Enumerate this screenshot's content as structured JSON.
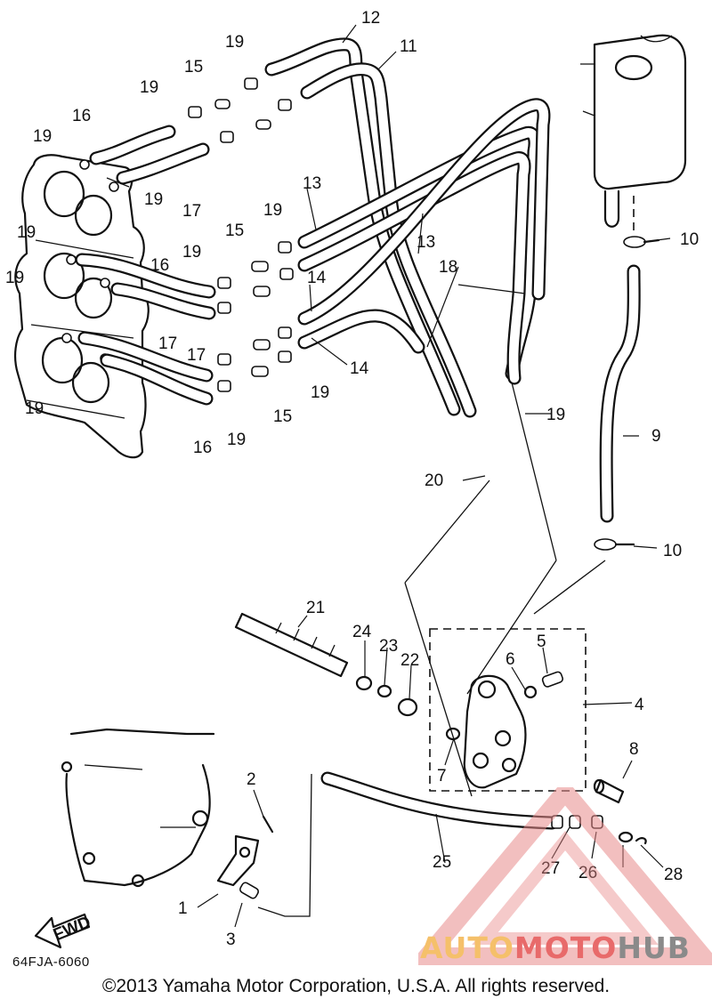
{
  "diagram": {
    "callouts": [
      "1",
      "2",
      "3",
      "4",
      "5",
      "6",
      "7",
      "8",
      "9",
      "10",
      "10",
      "11",
      "12",
      "13",
      "13",
      "14",
      "14",
      "15",
      "15",
      "15",
      "16",
      "16",
      "16",
      "17",
      "17",
      "17",
      "18",
      "19",
      "19",
      "19",
      "19",
      "19",
      "19",
      "19",
      "19",
      "19",
      "19",
      "19",
      "19",
      "20",
      "21",
      "22",
      "23",
      "24",
      "25",
      "26",
      "27",
      "28"
    ],
    "doc_code": "64FJA-6060",
    "fwd_label": "FWD",
    "copyright": "©2013 Yamaha Motor Corporation, U.S.A. All rights reserved."
  },
  "watermark": {
    "part1": "AUTO",
    "part2": "MOTO",
    "part3": "HUB",
    "colors": [
      "#f5c06a",
      "#e86a6a",
      "#8a8a8a"
    ]
  }
}
